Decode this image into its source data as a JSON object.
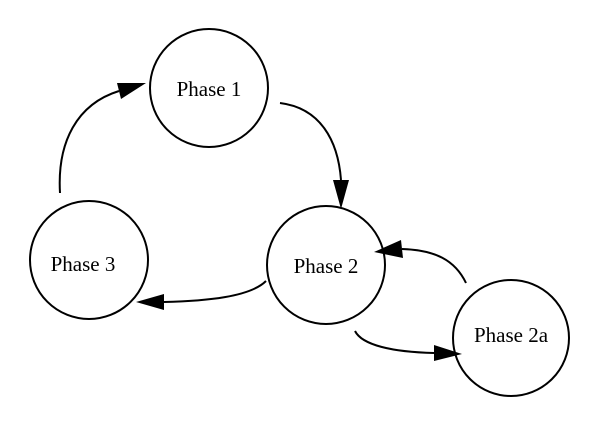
{
  "diagram": {
    "nodes": [
      {
        "id": "phase-1",
        "label": "Phase 1"
      },
      {
        "id": "phase-2",
        "label": "Phase 2"
      },
      {
        "id": "phase-3",
        "label": "Phase 3"
      },
      {
        "id": "phase-2a",
        "label": "Phase 2a"
      }
    ],
    "edges": [
      {
        "from": "phase-1",
        "to": "phase-2"
      },
      {
        "from": "phase-2",
        "to": "phase-3"
      },
      {
        "from": "phase-3",
        "to": "phase-1"
      },
      {
        "from": "phase-2",
        "to": "phase-2a"
      },
      {
        "from": "phase-2a",
        "to": "phase-2"
      }
    ],
    "colors": {
      "stroke": "#000000",
      "background": "#ffffff"
    }
  }
}
